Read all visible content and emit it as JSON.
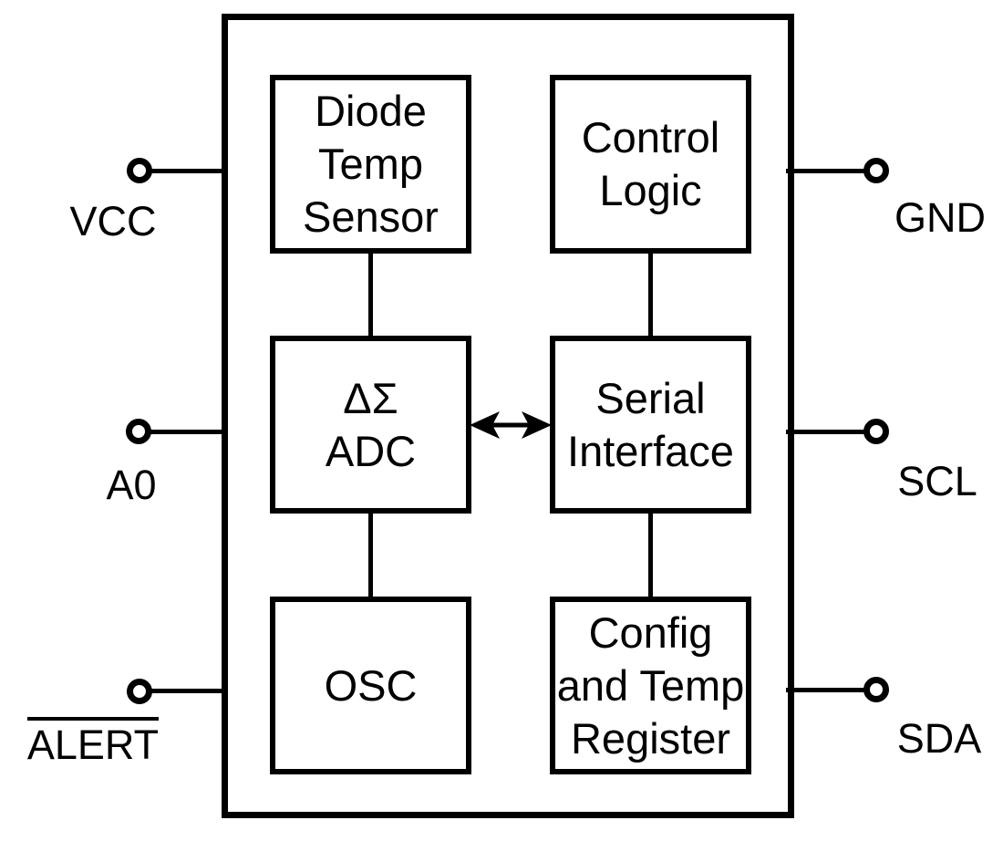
{
  "colors": {
    "stroke": "#000000",
    "background": "#ffffff"
  },
  "chip": {
    "blocks": {
      "diode_temp_sensor": {
        "line1": "Diode",
        "line2": "Temp",
        "line3": "Sensor"
      },
      "control_logic": {
        "line1": "Control",
        "line2": "Logic"
      },
      "delta_sigma_adc": {
        "line1": "ΔΣ",
        "line2": "ADC"
      },
      "serial_interface": {
        "line1": "Serial",
        "line2": "Interface"
      },
      "osc": {
        "line1": "OSC"
      },
      "config_and_temp_register": {
        "line1": "Config",
        "line2": "and Temp",
        "line3": "Register"
      }
    },
    "pins": {
      "left": {
        "top": "VCC",
        "middle": "A0",
        "bottom": "ALERT",
        "bottom_overline": "true"
      },
      "right": {
        "top": "GND",
        "middle": "SCL",
        "bottom": "SDA"
      }
    },
    "connections": {
      "adc_serial_link": "bidirectional-arrow"
    }
  }
}
